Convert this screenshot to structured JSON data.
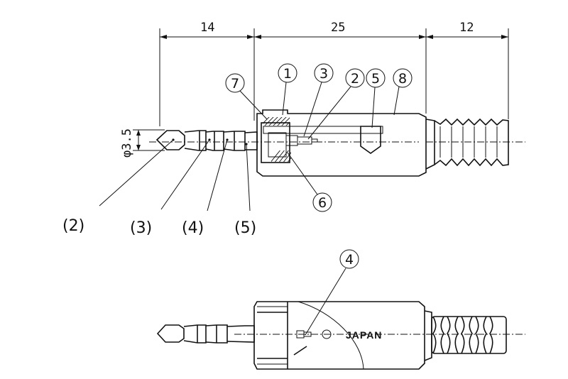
{
  "dimensions": {
    "tip": "14",
    "body": "25",
    "tail": "12",
    "diameter": "φ3.5"
  },
  "callouts": {
    "c1": "1",
    "c2": "2",
    "c3": "3",
    "c4": "4",
    "c5": "5",
    "c6": "6",
    "c7": "7",
    "c8": "8"
  },
  "plug_parts": [
    "(2)",
    "(3)",
    "(4)",
    "(5)"
  ],
  "marking": "JAPAN"
}
